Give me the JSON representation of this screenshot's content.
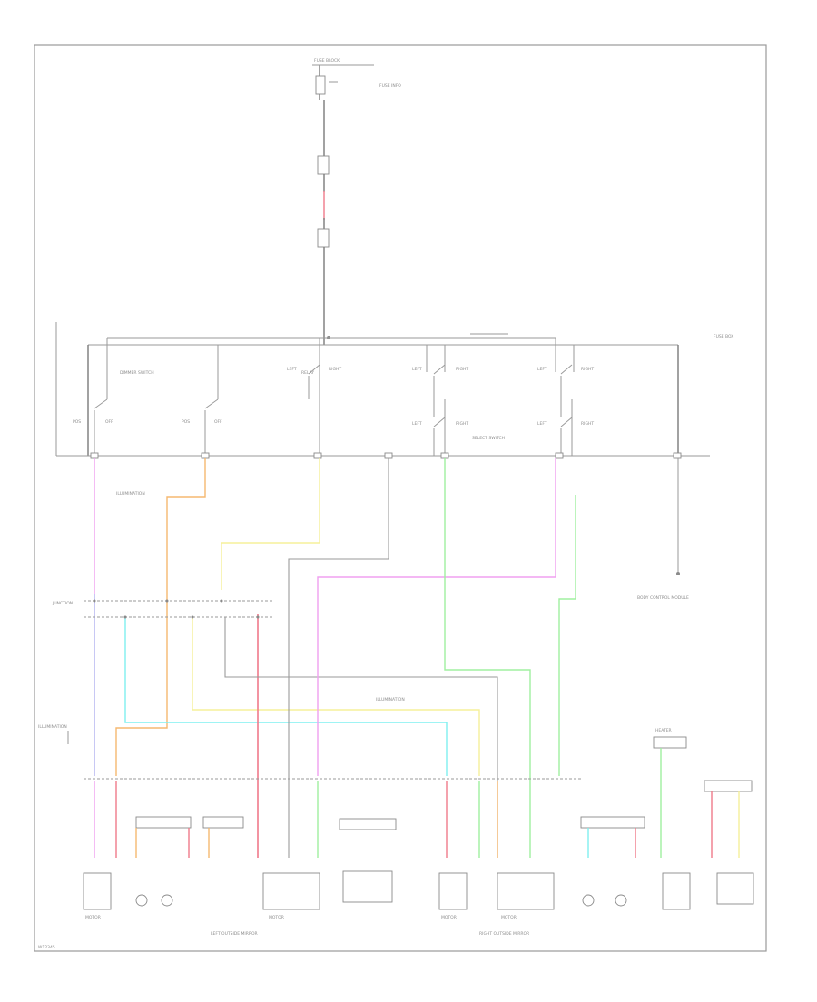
{
  "diagram": {
    "labels": {
      "fuse_block": "FUSE BLOCK",
      "fuse_note": "FUSE INFO",
      "right_top_box": "FUSE BOX",
      "dimmer_switch": "DIMMER SWITCH",
      "hazard_relay": "RELAY",
      "select_switch": "SELECT SWITCH",
      "illumination_top": "ILLUMINATION",
      "illumination_mid": "ILLUMINATION",
      "illumination_left": "ILLUMINATION",
      "connector_block": "JUNCTION",
      "body_control": "BODY CONTROL MODULE",
      "left_group": "LEFT OUTSIDE MIRROR",
      "right_group": "RIGHT OUTSIDE MIRROR",
      "motor_left_a": "MOTOR",
      "motor_left_b": "MOTOR",
      "motor_right_a": "MOTOR",
      "motor_right_b": "MOTOR",
      "heater_right": "HEATER",
      "page_ref": "W12345"
    },
    "colors": {
      "pink": "#f0a0f0",
      "lavender": "#b0b0f0",
      "orange": "#f5b870",
      "yellow": "#f5f09a",
      "cyan": "#7ff0f0",
      "red": "#f07a8a",
      "green": "#a0f0a0",
      "gray": "#9a9a9a"
    }
  }
}
